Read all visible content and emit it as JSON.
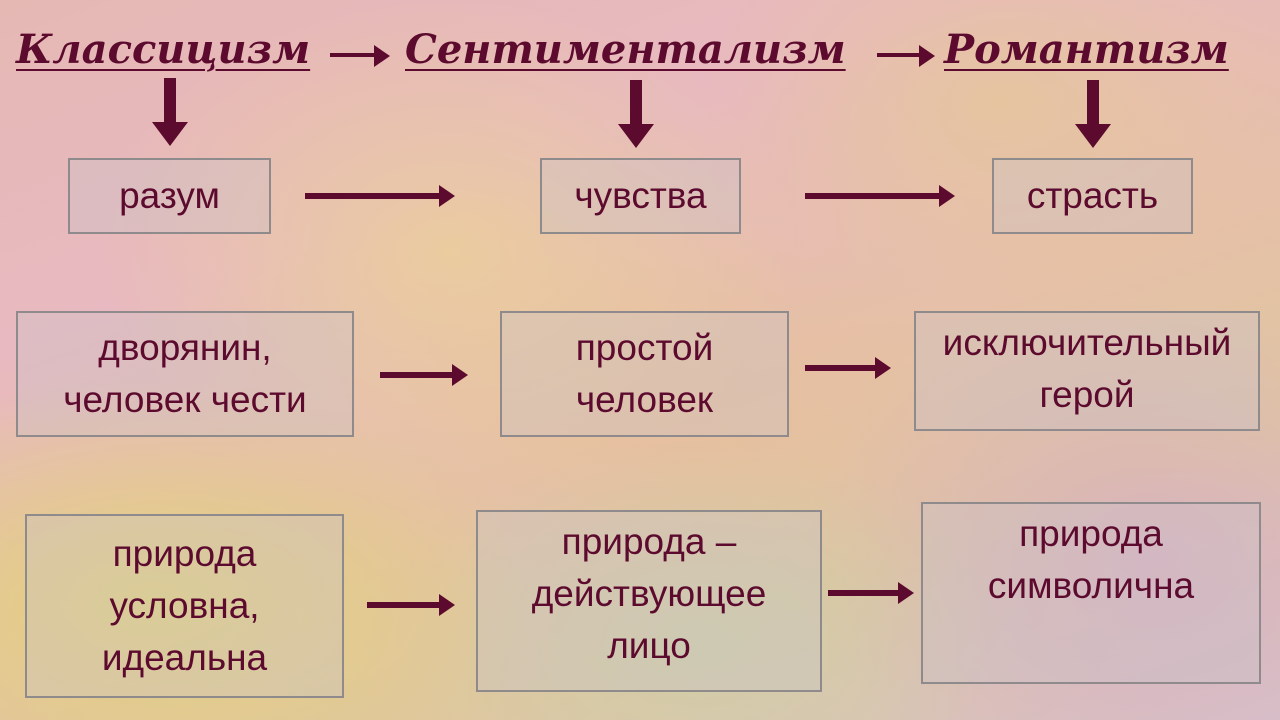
{
  "header": {
    "classicism": "Классицизм",
    "sentimentalism": "Сентиментализм",
    "romanticism": "Романтизм"
  },
  "rows": [
    [
      "разум",
      "чувства",
      "страсть"
    ],
    [
      [
        "дворянин,",
        "человек чести"
      ],
      [
        "простой",
        "человек"
      ],
      [
        "исключительный",
        "герой"
      ]
    ],
    [
      [
        "природа",
        "условна,",
        "идеальна"
      ],
      [
        "природа –",
        "действующее",
        "лицо"
      ],
      [
        "природа",
        "символична"
      ]
    ]
  ],
  "colors": {
    "text": "#5c0a2e",
    "box_border": "#8f8a8c"
  }
}
